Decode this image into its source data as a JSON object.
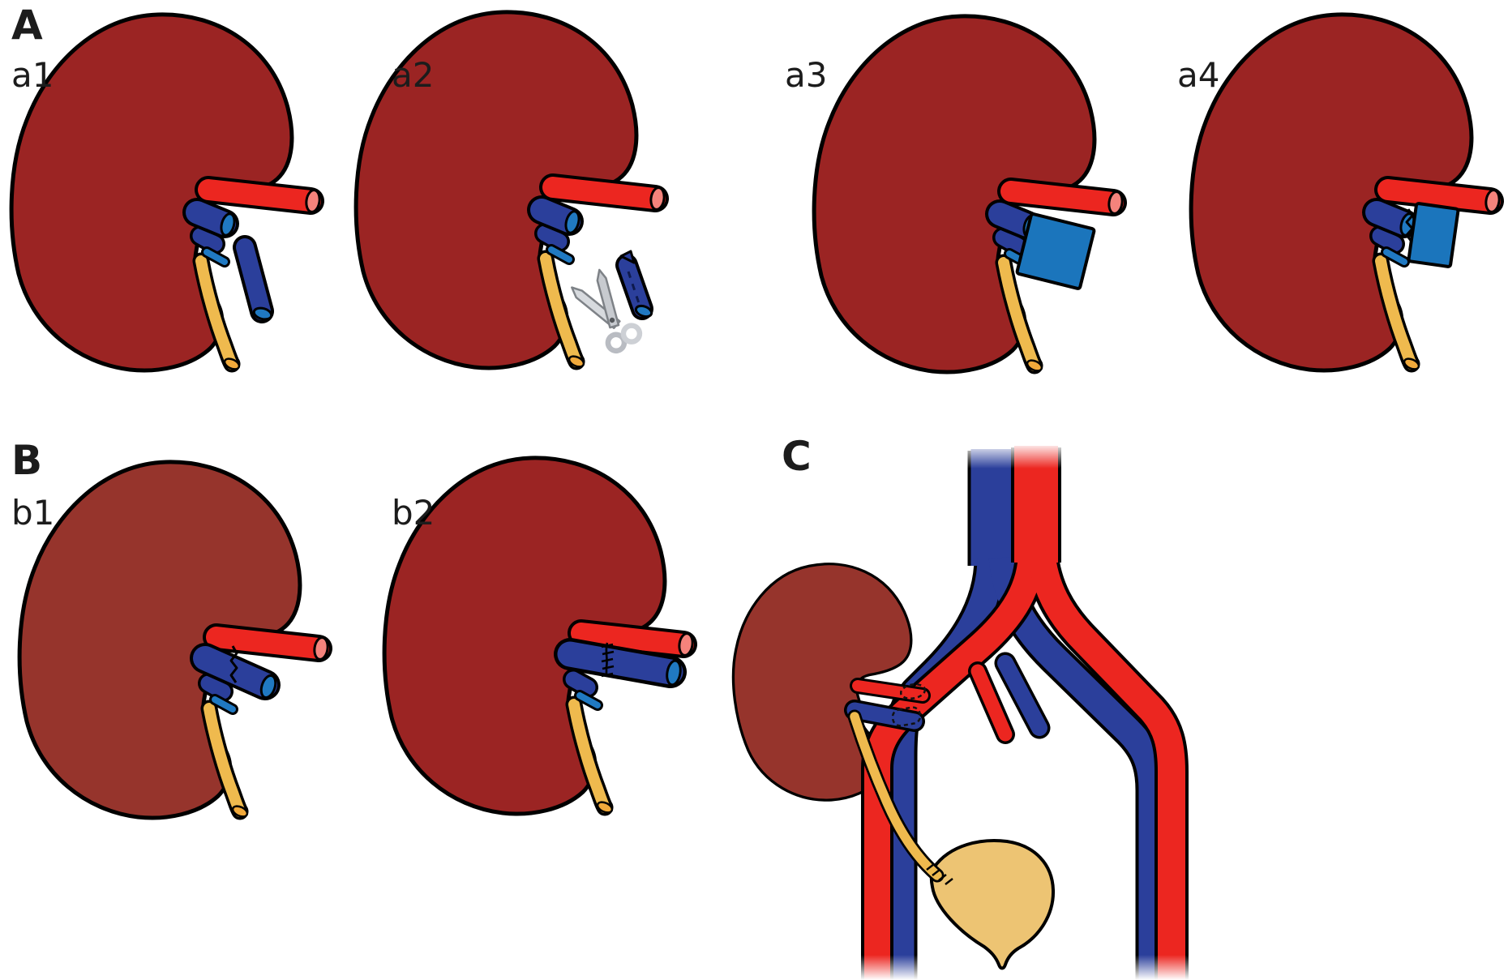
{
  "figure": {
    "type": "medical-illustration",
    "subject": "Kidney graft renal-vein reconstruction steps (A: patch technique a1-a4, B: vein extension b1-b2) and implantation onto iliac vessels with ureter-to-bladder anastomosis (C)",
    "background_color": "#ffffff"
  },
  "panels": {
    "A": {
      "label": "A"
    },
    "a1": {
      "label": "a1",
      "elements": [
        "kidney",
        "renal-artery",
        "short-renal-vein",
        "ureter",
        "free-vein-graft-segment"
      ]
    },
    "a2": {
      "label": "a2",
      "elements": [
        "kidney",
        "renal-artery",
        "short-renal-vein",
        "ureter",
        "vein-graft-with-cut-marks",
        "scissors"
      ]
    },
    "a3": {
      "label": "a3",
      "elements": [
        "kidney",
        "renal-artery",
        "short-renal-vein",
        "ureter",
        "opened-vein-patch"
      ]
    },
    "a4": {
      "label": "a4",
      "elements": [
        "kidney",
        "renal-artery",
        "renal-vein-with-sutured-patch",
        "ureter"
      ]
    },
    "B": {
      "label": "B"
    },
    "b1": {
      "label": "b1",
      "elements": [
        "kidney",
        "renal-artery",
        "extended-renal-vein-suture-line",
        "ureter"
      ]
    },
    "b2": {
      "label": "b2",
      "elements": [
        "kidney",
        "renal-artery",
        "long-extended-renal-vein-suture-line",
        "ureter"
      ]
    },
    "C": {
      "label": "C",
      "elements": [
        "transplanted-kidney",
        "inferior-vena-cava",
        "aorta",
        "common-iliac-vessels",
        "external-iliac-artery",
        "external-iliac-vein",
        "internal-iliac-stumps",
        "renal-artery-anastomosis",
        "renal-vein-anastomosis",
        "ureter",
        "bladder",
        "ureteroneocystostomy-sutures"
      ]
    }
  },
  "palette": {
    "kidney_red": "#9B2423",
    "kidney_red_light": "#96342C",
    "artery_red": "#EC2620",
    "artery_tip_pink": "#F5837C",
    "vein_dark_blue": "#2B3F9B",
    "vein_light_blue": "#2079C2",
    "patch_blue": "#1B75BC",
    "ureter_yellow": "#EFBA4E",
    "ureter_tip_orange": "#F1A93B",
    "bladder_tan": "#EDC473",
    "scissors_gray": "#CDD0D5",
    "outline_black": "#000000",
    "suture_teal": "#2AA5C8"
  }
}
